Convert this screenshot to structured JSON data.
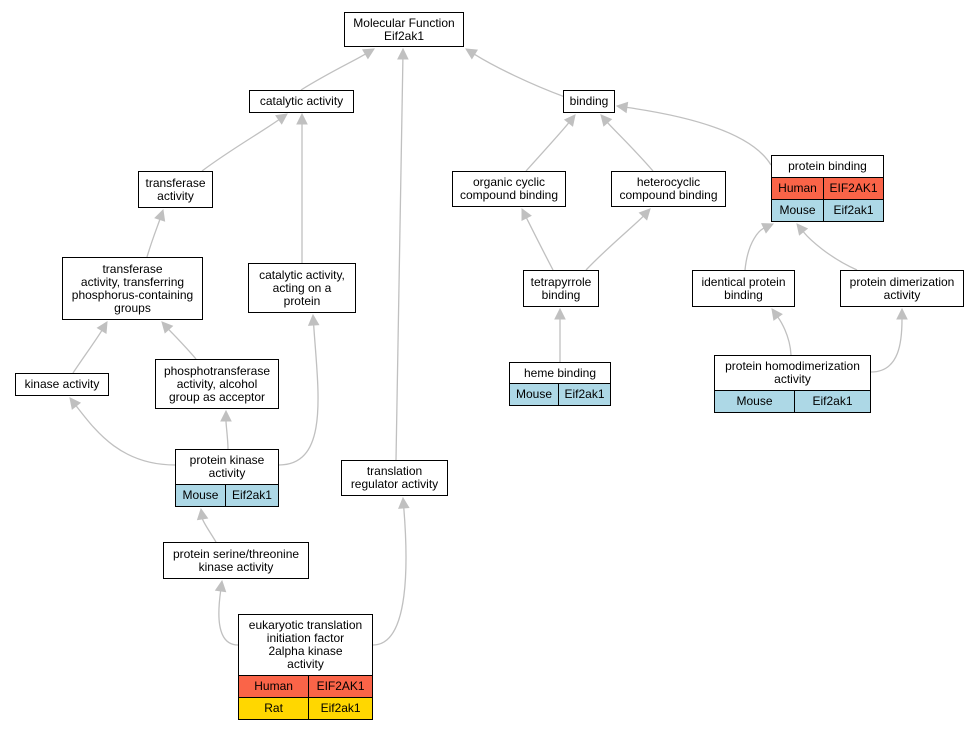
{
  "colors": {
    "human": "#fa6448",
    "mouse": "#add8e6",
    "rat": "#ffd700",
    "edge": "#c0c0c0"
  },
  "nodes": {
    "mf": {
      "label": "Molecular Function\nEif2ak1"
    },
    "catalytic": {
      "label": "catalytic activity"
    },
    "binding": {
      "label": "binding"
    },
    "transferase": {
      "label": "transferase\nactivity"
    },
    "transferase_p": {
      "label": "transferase\nactivity, transferring\nphosphorus-containing\ngroups"
    },
    "catalytic_protein": {
      "label": "catalytic activity,\nacting on a\nprotein"
    },
    "kinase": {
      "label": "kinase activity"
    },
    "phosphotransferase": {
      "label": "phosphotransferase\nactivity, alcohol\ngroup as acceptor"
    },
    "protein_kinase": {
      "label": "protein kinase\nactivity",
      "rows": [
        {
          "species": "Mouse",
          "gene": "Eif2ak1",
          "color": "mouse"
        }
      ]
    },
    "ser_thr": {
      "label": "protein serine/threonine\nkinase activity"
    },
    "eif2": {
      "label": "eukaryotic translation\ninitiation factor\n2alpha kinase\nactivity",
      "rows": [
        {
          "species": "Human",
          "gene": "EIF2AK1",
          "color": "human"
        },
        {
          "species": "Rat",
          "gene": "Eif2ak1",
          "color": "rat"
        }
      ]
    },
    "translation_reg": {
      "label": "translation\nregulator activity"
    },
    "organic_cyclic": {
      "label": "organic cyclic\ncompound binding"
    },
    "heterocyclic": {
      "label": "heterocyclic\ncompound binding"
    },
    "tetrapyrrole": {
      "label": "tetrapyrrole\nbinding"
    },
    "heme": {
      "label": "heme binding",
      "rows": [
        {
          "species": "Mouse",
          "gene": "Eif2ak1",
          "color": "mouse"
        }
      ]
    },
    "protein_binding": {
      "label": "protein binding",
      "rows": [
        {
          "species": "Human",
          "gene": "EIF2AK1",
          "color": "human"
        },
        {
          "species": "Mouse",
          "gene": "Eif2ak1",
          "color": "mouse"
        }
      ]
    },
    "identical": {
      "label": "identical protein\nbinding"
    },
    "dimerization": {
      "label": "protein dimerization\nactivity"
    },
    "homodimerization": {
      "label": "protein homodimerization\nactivity",
      "rows": [
        {
          "species": "Mouse",
          "gene": "Eif2ak1",
          "color": "mouse"
        }
      ]
    }
  },
  "edges": [
    {
      "from": "catalytic",
      "to": "mf"
    },
    {
      "from": "binding",
      "to": "mf"
    },
    {
      "from": "translation_reg",
      "to": "mf"
    },
    {
      "from": "transferase",
      "to": "catalytic"
    },
    {
      "from": "catalytic_protein",
      "to": "catalytic"
    },
    {
      "from": "transferase_p",
      "to": "transferase"
    },
    {
      "from": "kinase",
      "to": "transferase_p"
    },
    {
      "from": "phosphotransferase",
      "to": "transferase_p"
    },
    {
      "from": "protein_kinase",
      "to": "kinase"
    },
    {
      "from": "protein_kinase",
      "to": "phosphotransferase"
    },
    {
      "from": "protein_kinase",
      "to": "catalytic_protein"
    },
    {
      "from": "ser_thr",
      "to": "protein_kinase"
    },
    {
      "from": "eif2",
      "to": "ser_thr"
    },
    {
      "from": "eif2",
      "to": "translation_reg"
    },
    {
      "from": "organic_cyclic",
      "to": "binding"
    },
    {
      "from": "heterocyclic",
      "to": "binding"
    },
    {
      "from": "protein_binding",
      "to": "binding"
    },
    {
      "from": "tetrapyrrole",
      "to": "organic_cyclic"
    },
    {
      "from": "tetrapyrrole",
      "to": "heterocyclic"
    },
    {
      "from": "heme",
      "to": "tetrapyrrole"
    },
    {
      "from": "identical",
      "to": "protein_binding"
    },
    {
      "from": "dimerization",
      "to": "protein_binding"
    },
    {
      "from": "homodimerization",
      "to": "identical"
    },
    {
      "from": "homodimerization",
      "to": "dimerization"
    }
  ]
}
